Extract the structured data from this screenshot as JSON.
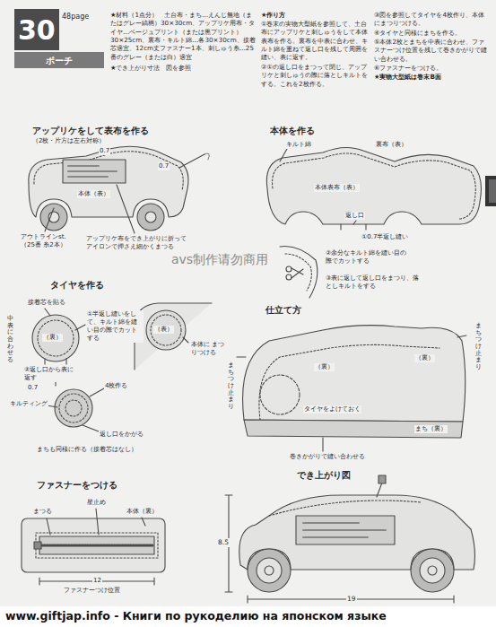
{
  "diagram": {
    "nodes": [
      {
        "text": [
          "30"
        ]
      },
      {
        "text": [
          "ポーチ"
        ]
      }
    ],
    "labels": [
      "48page",
      "★材料（1点分）　土台布・まち…えんじ無地（またはグレー縞柄）30×30cm、アップリケ用布・タイヤ…ベージュプリント（または黒プリント）30×25cm、裏布・キルト綿…各30×30cm、接着芯適宜、12cm丈ファスナー1本、刺しゅう糸…25番のグレー（または白）適宜",
      "★でき上がり寸法　図を参照",
      "★作り方",
      "①巻末の実物大型紙を参照して、土台布にアップリケと刺しゅうをして本体表布を作る。裏布を中表に合わせ、キルト綿を重ねて返し口を残して周囲を縫い、表に返す。",
      "②①の返し口をまつって閉じ、アップリケと刺しゅうの際に落としキルトをする。これを2枚作る。",
      "③図を参照してタイヤを4枚作り、本体にまつりつける。",
      "④タイヤと同様にまちを作る。",
      "⑤本体2枚とまちを中表に合わせ、ファスナーつけ位置を残して巻きかがりで縫い合わせる。",
      "⑥ファスナーをつける。",
      "★実物大型紙は巻末B面",
      "アップリケをして表布を作る",
      "（2枚・片方は左右対称）",
      "0.7",
      "0.7",
      "本体（表）",
      "アウトラインst.（25番 糸2本）",
      "アップリケ布をでき上がりに折って アイロンで押さえ細かくまつる",
      "本体を作る",
      "キルト綿",
      "裏布（表）",
      "本体表布（表）",
      "返し口",
      "①0.7半返し縫い",
      "②余分なキルト綿を縫い目の際でカットする",
      "③表に返して返し口をまつり、落としキルトをする",
      "タイヤを作る",
      "接着芯を貼る",
      "中表に合わせる",
      "①半返し縫いをして、キルト綿を縫い目の際でカットする",
      "（裏）",
      "②返し口から表に返す",
      "0.7",
      "キルティング",
      "4枚作る",
      "返し口をかがる",
      "まちも同様に作る（接着芯はなし）",
      "（表）",
      "本体に まつりつける",
      "仕立て方",
      "まちつけ止まり",
      "まちつけ止まり",
      "（裏）",
      "（裏）",
      "タイヤをよけておく",
      "まち（裏）",
      "巻きかがりで縫い合わせる",
      "ファスナーをつける",
      "まつる",
      "星止め",
      "本体（裏）",
      "12",
      "ファスナーつけ位置",
      "でき上がり図",
      "8.5",
      "19",
      "avs制作请勿商用",
      "www.giftjap.info - Книги по рукоделию на японском языке"
    ]
  }
}
